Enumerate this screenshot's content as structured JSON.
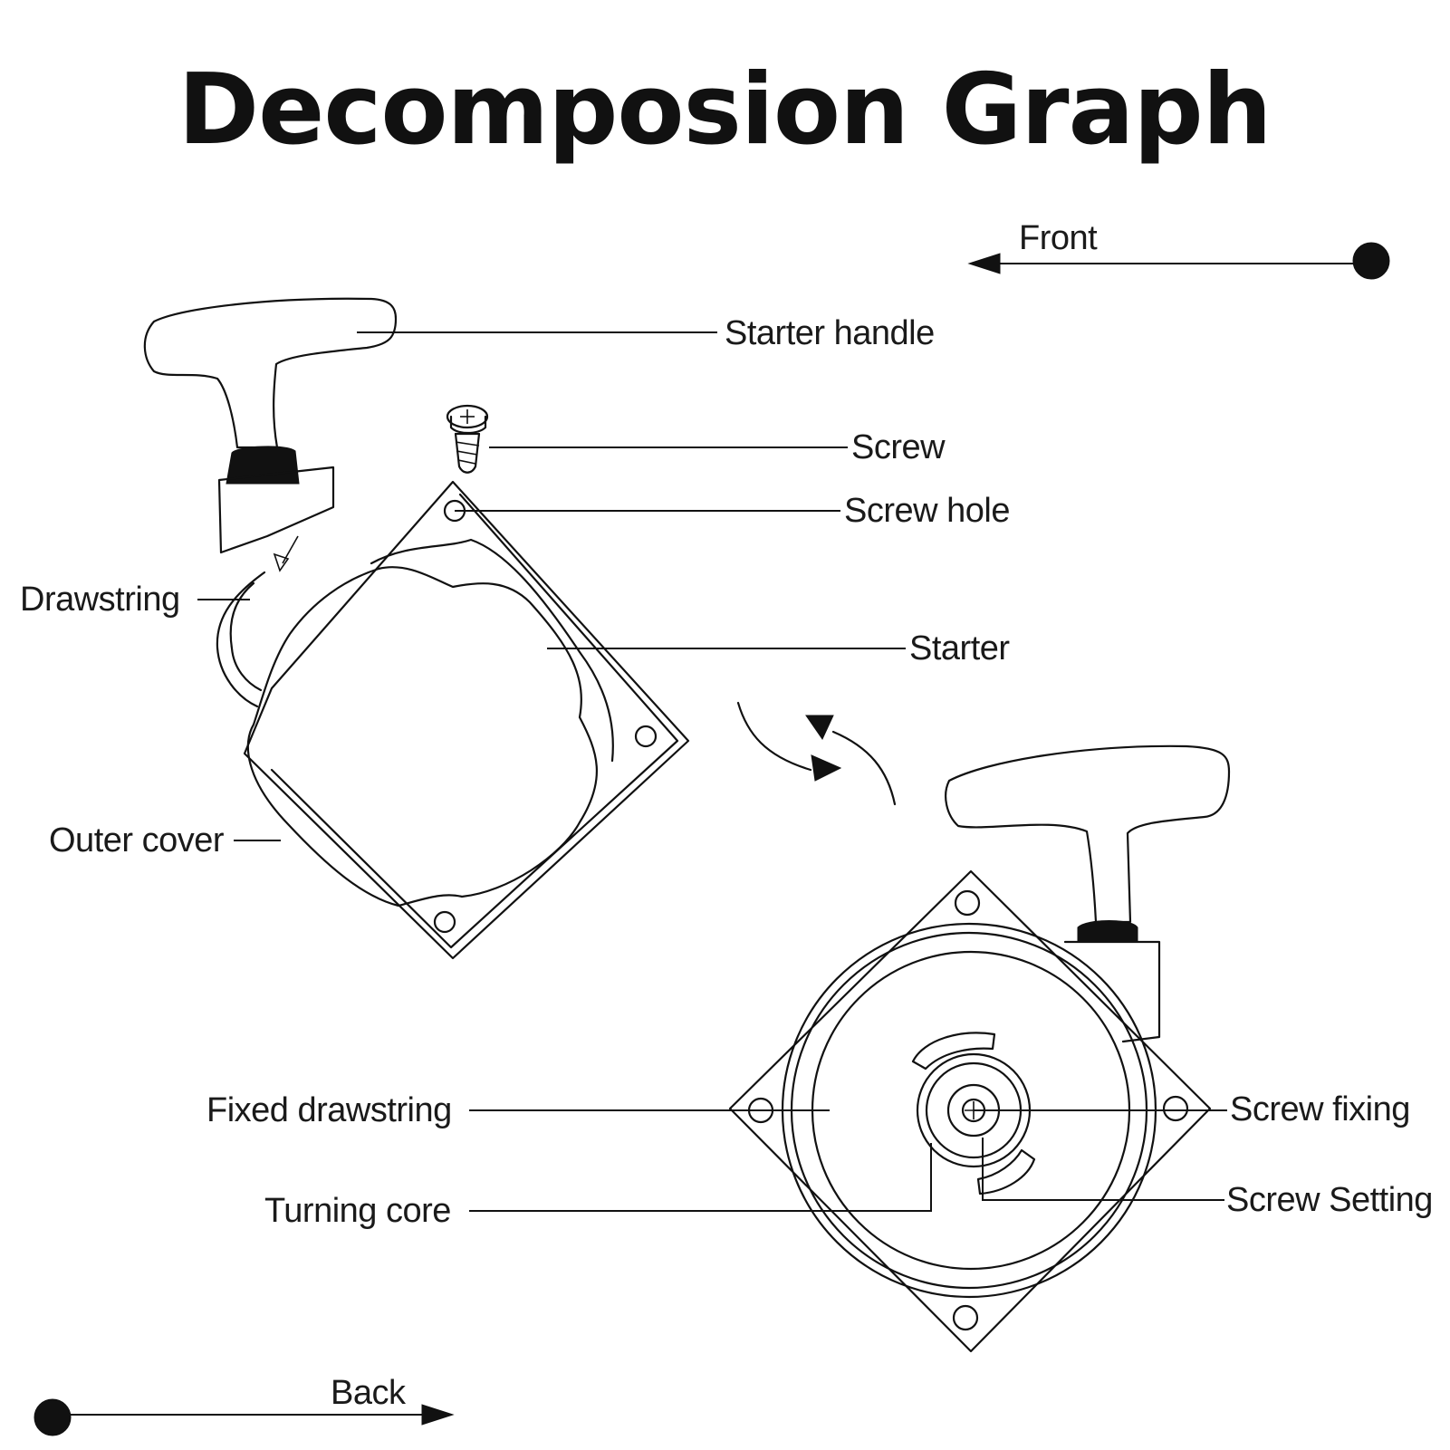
{
  "title": "Decomposion Graph",
  "directions": {
    "front": "Front",
    "back": "Back"
  },
  "labels": {
    "starter_handle": "Starter handle",
    "screw": "Screw",
    "screw_hole": "Screw hole",
    "drawstring": "Drawstring",
    "starter": "Starter",
    "outer_cover": "Outer cover",
    "fixed_drawstring": "Fixed drawstring",
    "turning_core": "Turning core",
    "screw_fixing": "Screw fixing",
    "screw_setting": "Screw Setting"
  },
  "colors": {
    "ink": "#111111",
    "background": "#ffffff"
  },
  "icons": {
    "direction_dot": "filled-circle",
    "direction_arrow": "arrow-head",
    "rotation": "curved-double-arrow"
  }
}
